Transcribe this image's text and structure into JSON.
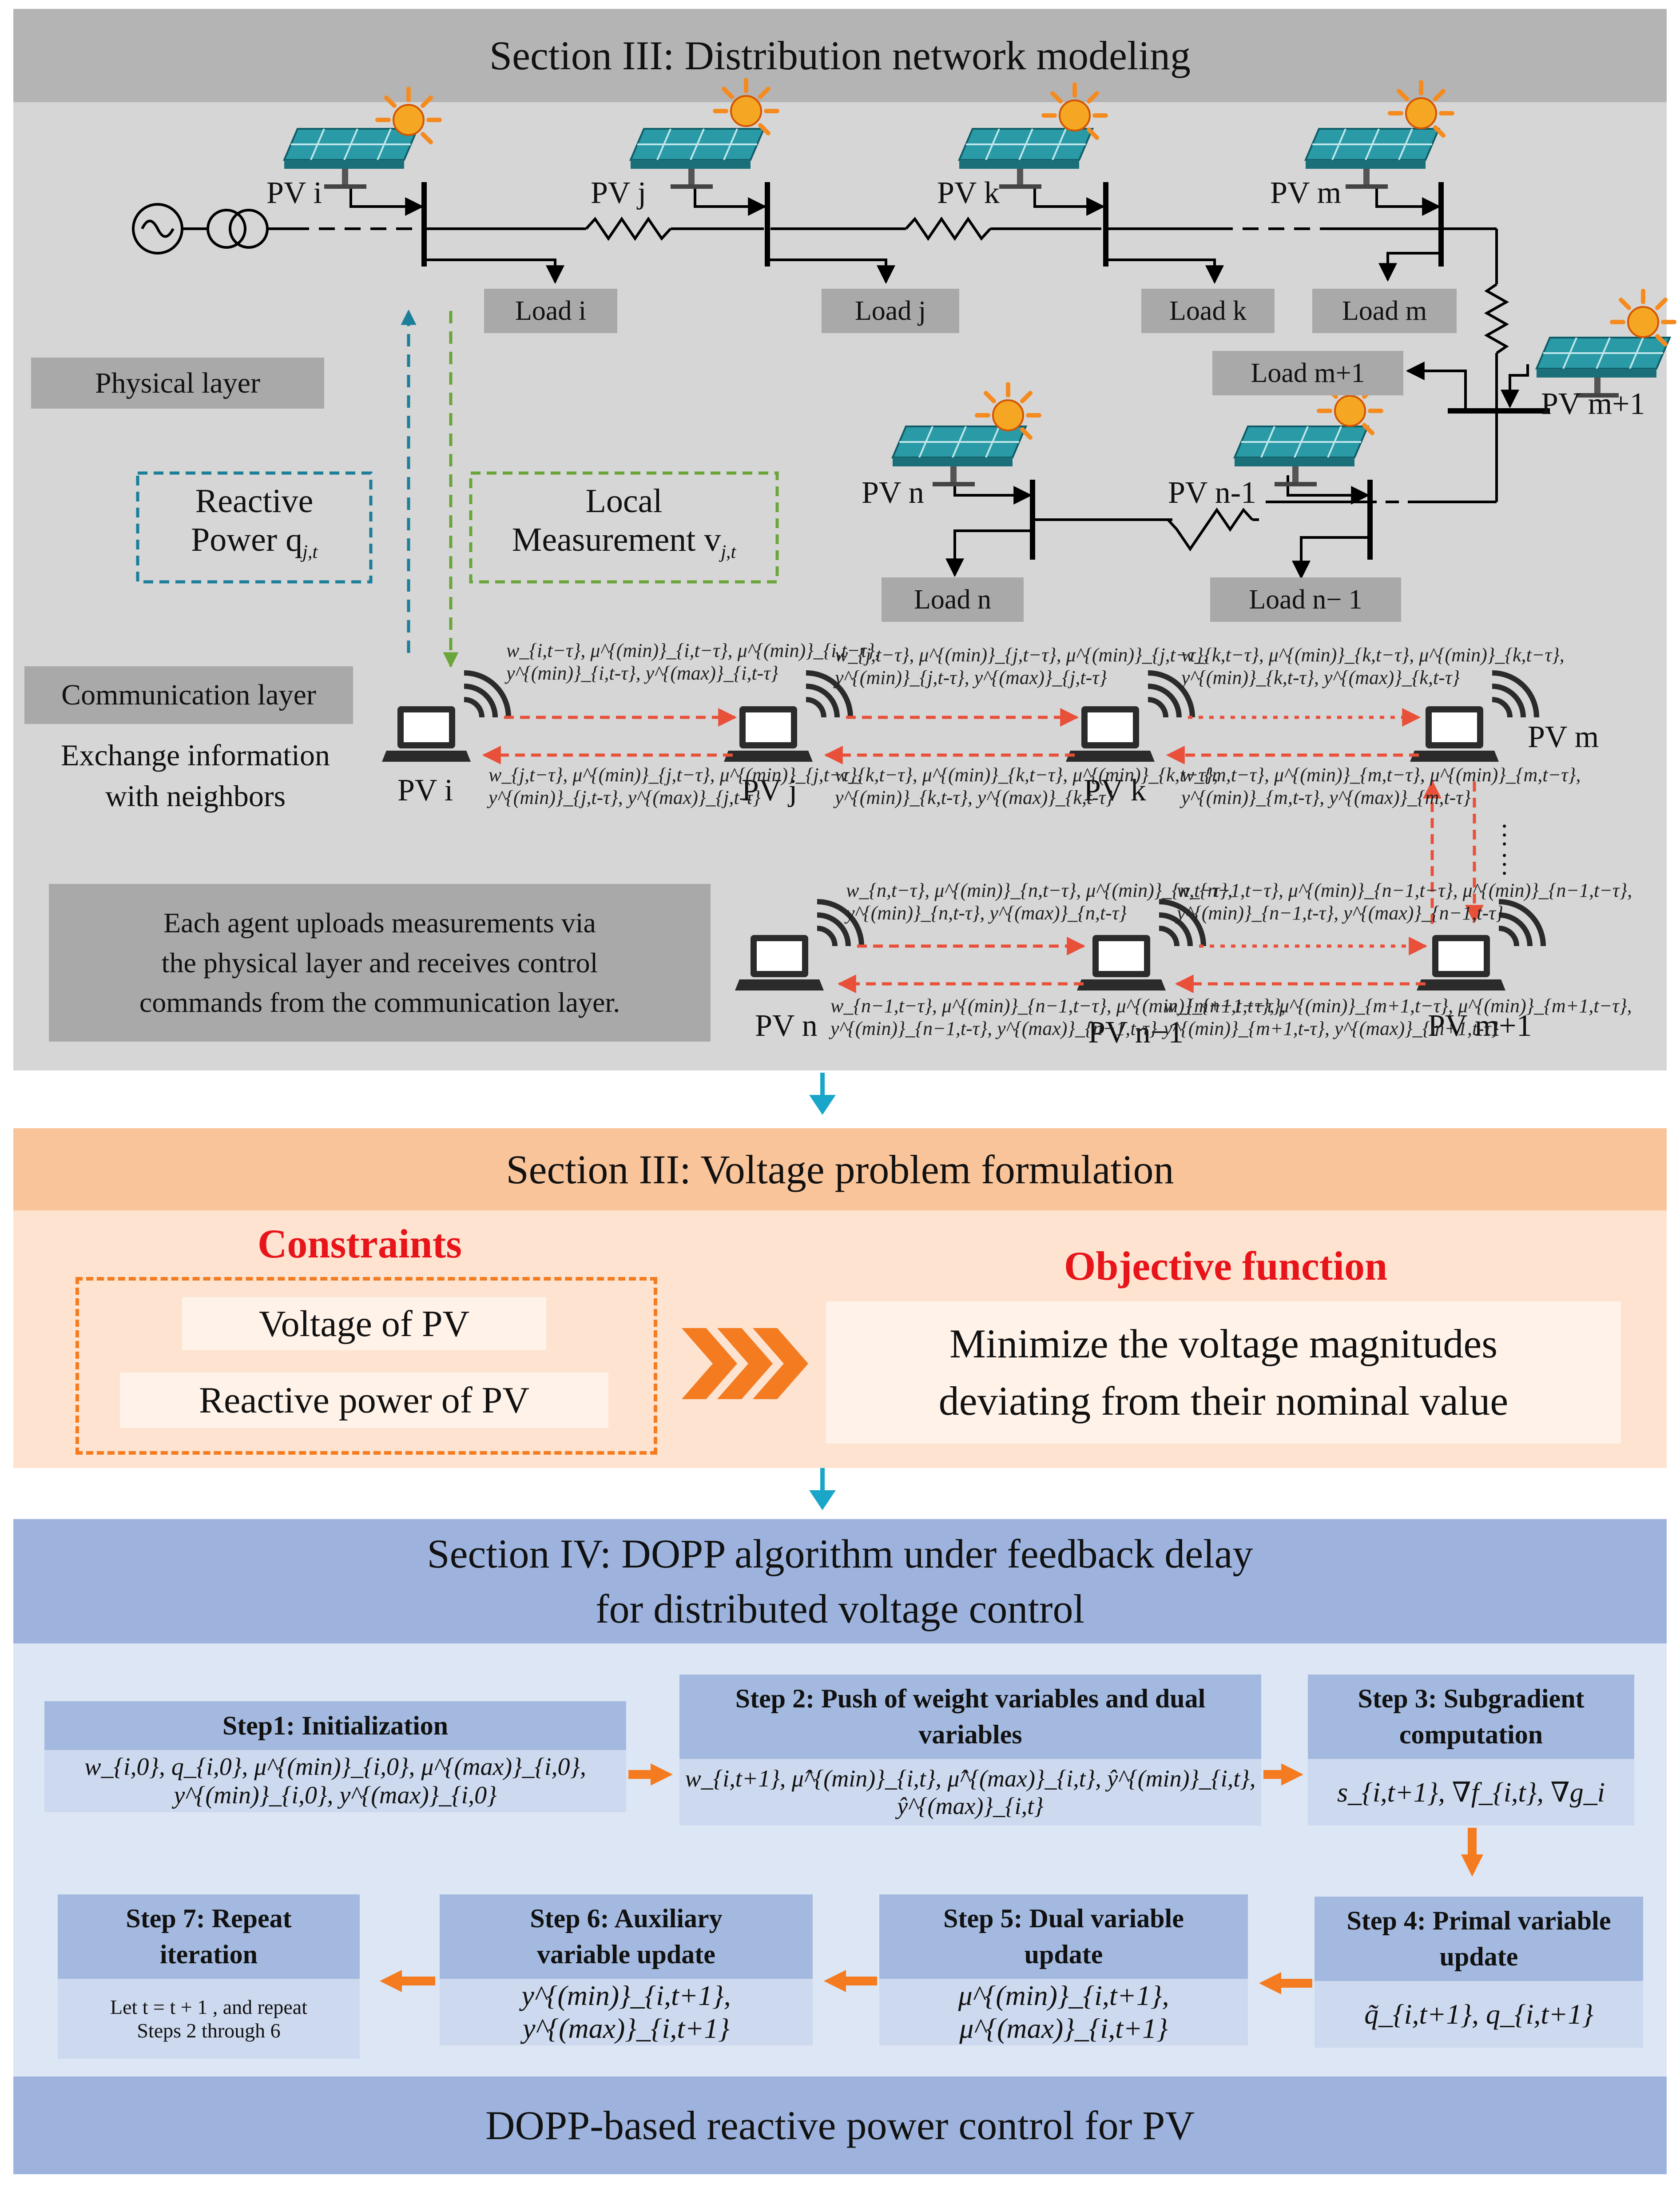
{
  "section1": {
    "title": "Section III: Distribution network modeling",
    "physical_layer": "Physical layer",
    "communication_layer": "Communication layer",
    "exchange_info": [
      "Exchange information",
      "with neighbors"
    ],
    "reactive_power": [
      "Reactive",
      "Power q",
      "j,t"
    ],
    "local_measurement": [
      "Local",
      "Measurement v",
      "j,t"
    ],
    "note": [
      "Each agent uploads measurements via",
      "the physical layer and receives control",
      "commands from the communication layer."
    ],
    "pv_labels": [
      "PV i",
      "PV j",
      "PV k",
      "PV m",
      "PV m+1",
      "PV n",
      "PV n-1"
    ],
    "loads": [
      "Load i",
      "Load j",
      "Load k",
      "Load m",
      "Load m+1",
      "Load n",
      "Load n− 1"
    ],
    "agents": [
      "PV i",
      "PV j",
      "PV k",
      "PV m",
      "PV n",
      "PV n−1",
      "PV m+1"
    ],
    "messages": {
      "i_to_j": [
        "w_{i,t−τ}, μ^{(min)}_{i,t−τ}, μ^{(min)}_{i,t−τ},",
        "y^{(min)}_{i,t-τ}, y^{(max)}_{i,t-τ}"
      ],
      "j_to_k": [
        "w_{j,t−τ}, μ^{(min)}_{j,t−τ}, μ^{(min)}_{j,t−τ},",
        "y^{(min)}_{j,t-τ}, y^{(max)}_{j,t-τ}"
      ],
      "j_to_i": [
        "w_{j,t−τ}, μ^{(min)}_{j,t−τ}, μ^{(min)}_{j,t−τ},",
        "y^{(min)}_{j,t-τ}, y^{(max)}_{j,t-τ}"
      ],
      "k_to_m": [
        "w_{k,t−τ}, μ^{(min)}_{k,t−τ}, μ^{(min)}_{k,t−τ},",
        "y^{(min)}_{k,t-τ}, y^{(max)}_{k,t-τ}"
      ],
      "k_to_j": [
        "w_{k,t−τ}, μ^{(min)}_{k,t−τ}, μ^{(min)}_{k,t−τ},",
        "y^{(min)}_{k,t-τ}, y^{(max)}_{k,t-τ}"
      ],
      "m_to_k": [
        "w_{m,t−τ}, μ^{(min)}_{m,t−τ}, μ^{(min)}_{m,t−τ},",
        "y^{(min)}_{m,t-τ}, y^{(max)}_{m,t-τ}"
      ],
      "n_to_n1": [
        "w_{n,t−τ}, μ^{(min)}_{n,t−τ}, μ^{(min)}_{n,t−τ},",
        "y^{(min)}_{n,t-τ}, y^{(max)}_{n,t-τ}"
      ],
      "n1_to_m1": [
        "w_{n−1,t−τ}, μ^{(min)}_{n−1,t−τ}, μ^{(min)}_{n−1,t−τ},",
        "y^{(min)}_{n−1,t-τ}, y^{(max)}_{n−1,t-τ}"
      ],
      "n1_to_n": [
        "w_{n−1,t−τ}, μ^{(min)}_{n−1,t−τ}, μ^{(min)}_{n−1,t−τ},",
        "y^{(min)}_{n−1,t-τ}, y^{(max)}_{n−1,t-τ}"
      ],
      "m1_to_n1": [
        "w_{m+1,t−τ}, μ^{(min)}_{m+1,t−τ}, μ^{(min)}_{m+1,t−τ},",
        "y^{(min)}_{m+1,t-τ}, y^{(max)}_{m+1,t-τ}"
      ]
    },
    "ellipsis": "……"
  },
  "section2": {
    "title": "Section III: Voltage problem formulation",
    "constraints_heading": "Constraints",
    "constraints": [
      "Voltage of PV",
      "Reactive power of PV"
    ],
    "objective_heading": "Objective function",
    "objective": [
      "Minimize the voltage magnitudes",
      "deviating from their nominal value"
    ]
  },
  "section3": {
    "title": [
      "Section IV:  DOPP algorithm under feedback delay",
      "for distributed voltage control"
    ],
    "steps": [
      {
        "title": "Step1: Initialization",
        "body": "w_{i,0}, q_{i,0}, μ^{(min)}_{i,0}, μ^{(max)}_{i,0}, y^{(min)}_{i,0}, y^{(max)}_{i,0}"
      },
      {
        "title": "Step 2: Push of weight variables and dual variables",
        "body": "w_{i,t+1}, μ̂^{(min)}_{i,t}, μ̂^{(max)}_{i,t}, ŷ^{(min)}_{i,t}, ŷ^{(max)}_{i,t}"
      },
      {
        "title": "Step 3: Subgradient computation",
        "body": "s_{i,t+1}, ∇f_{i,t}, ∇g_i"
      },
      {
        "title": "Step 4: Primal variable update",
        "body": "q̃_{i,t+1}, q_{i,t+1}"
      },
      {
        "title": "Step 5: Dual variable update",
        "body": "μ^{(min)}_{i,t+1}, μ^{(max)}_{i,t+1}"
      },
      {
        "title": "Step 6: Auxiliary variable update",
        "body": "y^{(min)}_{i,t+1}, y^{(max)}_{i,t+1}"
      },
      {
        "title": "Step 7: Repeat iteration",
        "body": "Let t = t + 1 , and repeat Steps 2 through 6"
      }
    ],
    "footer": "DOPP-based reactive power control for PV"
  },
  "colors": {
    "grey_panel": "#d6d6d6",
    "grey_tag": "#a9a9a9",
    "orange_header": "#f9c49a",
    "orange_panel": "#fde3d0",
    "orange_accent": "#f47b20",
    "red_heading": "#e8141a",
    "blue_header": "#9db3dd",
    "blue_panel": "#dce6f4",
    "teal_arrow": "#1aa6c8",
    "dashed_red": "#e8503a",
    "green_dash": "#6aa53a",
    "teal_dash": "#1c7f9a"
  },
  "icons": [
    "ac-source-icon",
    "transformer-icon",
    "solar-panel-icon",
    "sun-icon",
    "laptop-wifi-icon",
    "resistor-icon",
    "chevron-arrows-icon"
  ]
}
